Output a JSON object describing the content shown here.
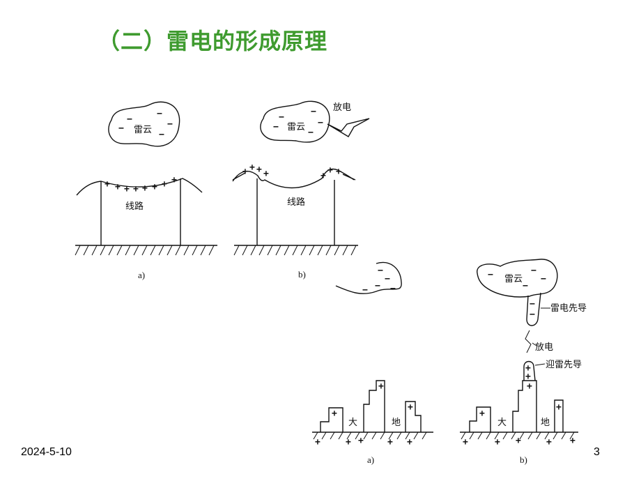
{
  "slide": {
    "title": "（二）雷电的形成原理",
    "date": "2024-5-10",
    "page_number": "3"
  },
  "figure_top": {
    "a": {
      "cloud_label": "雷云",
      "line_label": "线路",
      "caption": "a)"
    },
    "b": {
      "cloud_label": "雷云",
      "discharge_label": "放电",
      "line_label": "线路",
      "caption": "b)"
    }
  },
  "figure_bottom": {
    "a": {
      "ground_left": "大",
      "ground_right": "地",
      "caption": "a)"
    },
    "b": {
      "cloud_label": "雷云",
      "leader_label": "雷电先导",
      "discharge_label": "放电",
      "upward_leader_label": "迎雷先导",
      "ground_left": "大",
      "ground_right": "地",
      "caption": "b)"
    }
  },
  "symbols": {
    "plus": "+",
    "minus": "−"
  }
}
